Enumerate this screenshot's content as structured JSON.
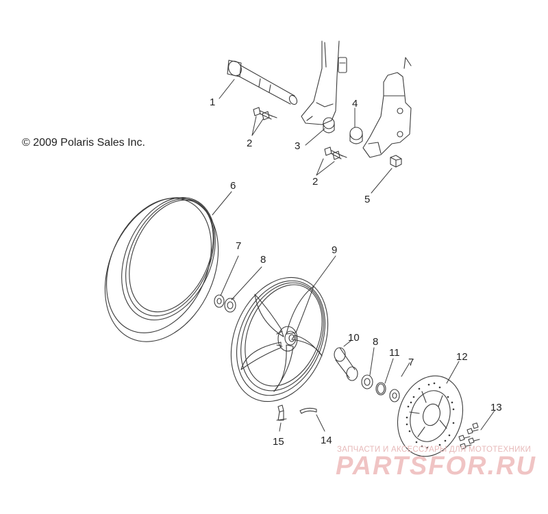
{
  "copyright": "© 2009 Polaris Sales Inc.",
  "watermark": {
    "subtitle": "ЗАПЧАСТИ И АКСЕССУАРЫ ДЛЯ МОТОТЕХНИКИ",
    "brand": "PARTSFOR.RU"
  },
  "callouts": {
    "c1": "1",
    "c2a": "2",
    "c2b": "2",
    "c3": "3",
    "c4": "4",
    "c5": "5",
    "c6": "6",
    "c7a": "7",
    "c7b": "7",
    "c8a": "8",
    "c8b": "8",
    "c9": "9",
    "c10": "10",
    "c11": "11",
    "c12": "12",
    "c13": "13",
    "c14": "14",
    "c15": "15"
  },
  "colors": {
    "line": "#3a3a3a",
    "watermark": "#f0c4c4"
  }
}
